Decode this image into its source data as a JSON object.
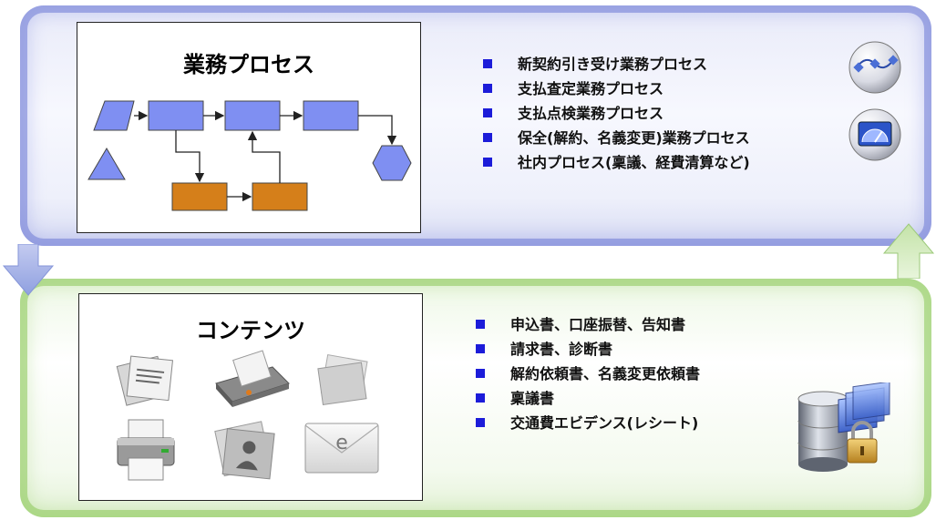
{
  "process": {
    "title": "業務プロセス",
    "items": [
      "新契約引き受け業務プロセス",
      "支払査定業務プロセス",
      "支払点検業務プロセス",
      "保全(解約、名義変更)業務プロセス",
      "社内プロセス(稟議、経費清算など)"
    ]
  },
  "contents": {
    "title": "コンテンツ",
    "items": [
      "申込書、口座振替、告知書",
      "請求書、診断書",
      "解約依頼書、名義変更依頼書",
      "稟議書",
      "交通費エビデンス(レシート)"
    ],
    "mail_icon_letter": "e"
  },
  "colors": {
    "process_accent": "#7080d6",
    "content_accent": "#8cc85a",
    "bullet": "#1c1cd9",
    "flow_blue": "#7f8ff2",
    "flow_orange": "#d57f1a"
  }
}
